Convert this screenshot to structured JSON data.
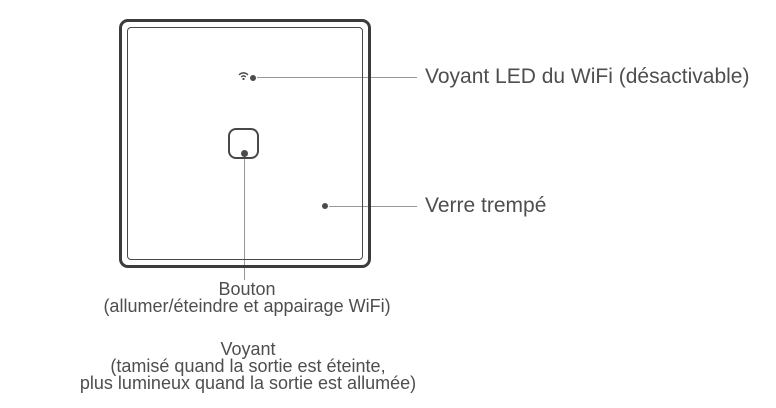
{
  "labels": {
    "wifi_led": "Voyant LED du WiFi (désactivable)",
    "glass": "Verre trempé",
    "button_title": "Bouton",
    "button_desc": "(allumer/éteindre et appairage WiFi)",
    "indicator_title": "Voyant",
    "indicator_desc_line1": "(tamisé quand la sortie est éteinte,",
    "indicator_desc_line2": "plus lumineux quand la sortie est allumée)"
  },
  "icons": {
    "wifi": "wifi-icon"
  },
  "colors": {
    "frame": "#3c3c3e",
    "inner_frame": "#48484a",
    "text": "#4e4e50",
    "leader_line": "#98989a",
    "marker_dot": "#4c4c4e",
    "background": "#ffffff"
  }
}
